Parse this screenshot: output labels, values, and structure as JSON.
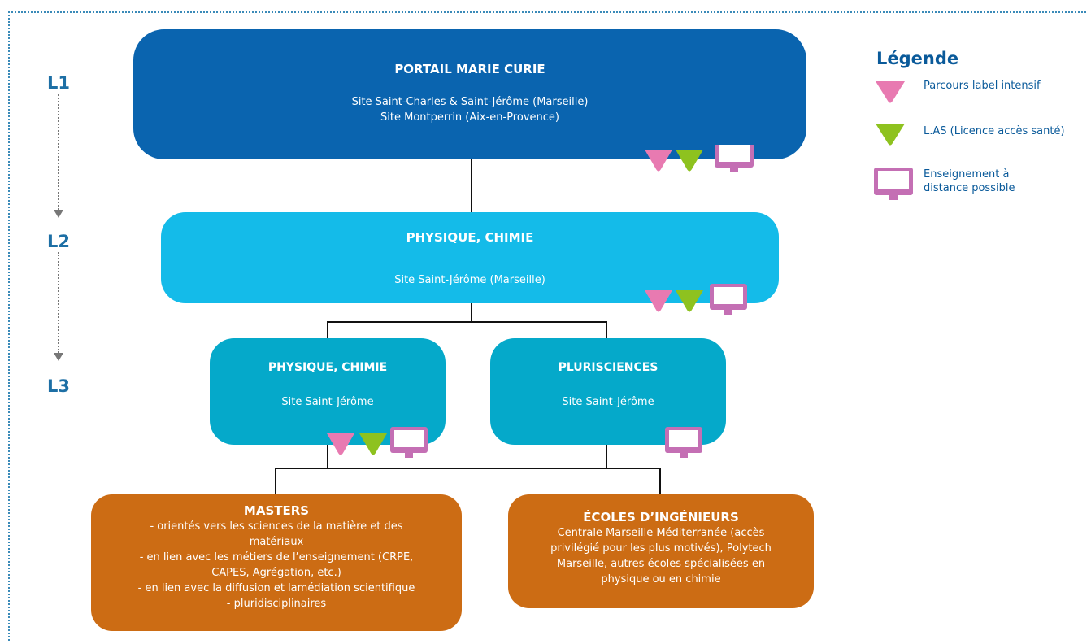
{
  "levels": [
    "L1",
    "L2",
    "L3"
  ],
  "legend": {
    "title": "Légende",
    "items": [
      {
        "icon": "pink-triangle-icon",
        "label": "Parcours label intensif",
        "color": "#e87ab1"
      },
      {
        "icon": "green-triangle-icon",
        "label": "L.AS (Licence accès santé)",
        "color": "#8ec21f"
      },
      {
        "icon": "monitor-icon",
        "label": "Enseignement à distance possible",
        "color": "#c46fb4"
      }
    ]
  },
  "nodes": {
    "portail": {
      "title": "PORTAIL MARIE CURIE",
      "line1": "Site Saint-Charles & Saint-Jérôme (Marseille)",
      "line2": "Site Montperrin (Aix-en-Provence)",
      "color": "#0a64af"
    },
    "l2": {
      "title": "PHYSIQUE, CHIMIE",
      "site": "Site Saint-Jérôme (Marseille)",
      "color": "#14bbe9"
    },
    "l3_physchim": {
      "title": "PHYSIQUE, CHIMIE",
      "site": "Site Saint-Jérôme",
      "color": "#05a9ca"
    },
    "l3_plurisciences": {
      "title": "PLURISCIENCES",
      "site": "Site Saint-Jérôme",
      "color": "#05a9ca"
    },
    "masters": {
      "title": "MASTERS",
      "lines": [
        "- orientés vers les sciences de la matière et des",
        "matériaux",
        "- en lien avec les métiers de l’enseignement (CRPE,",
        "CAPES, Agrégation, etc.)",
        "-  en lien avec la diffusion et lamédiation scientifique",
        "- pluridisciplinaires"
      ],
      "color": "#cc6c14"
    },
    "ecoles": {
      "title": "ÉCOLES D’INGÉNIEURS",
      "lines": [
        "Centrale Marseille Méditerranée (accès",
        "privilégié pour les plus motivés), Polytech",
        "Marseille, autres écoles spécialisées en",
        "physique ou en chimie"
      ],
      "color": "#cc6c14"
    }
  }
}
